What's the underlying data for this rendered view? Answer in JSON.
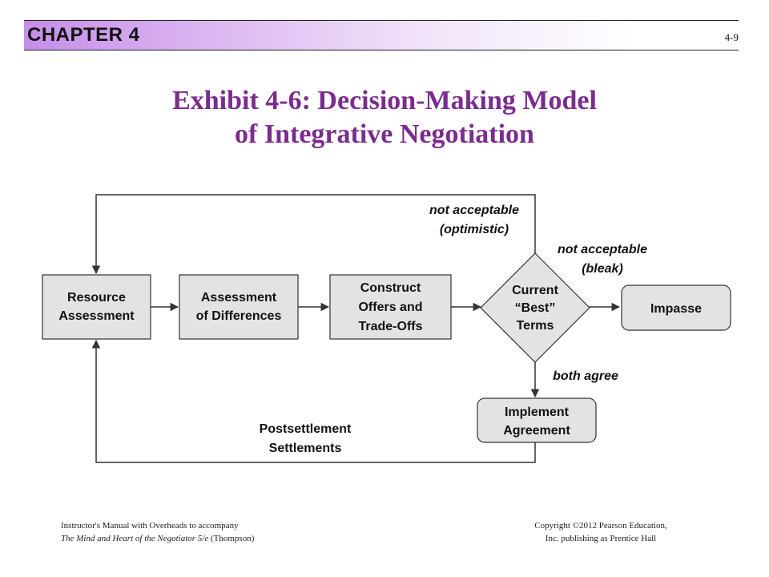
{
  "header": {
    "chapter": "CHAPTER 4",
    "slide_number": "4-9"
  },
  "title": {
    "line1": "Exhibit 4-6: Decision-Making Model",
    "line2": "of Integrative Negotiation"
  },
  "diagram": {
    "nodes": {
      "resource": [
        "Resource",
        "Assessment"
      ],
      "assessment": [
        "Assessment",
        "of Differences"
      ],
      "construct": [
        "Construct",
        "Offers and",
        "Trade-Offs"
      ],
      "current": [
        "Current",
        "“Best”",
        "Terms"
      ],
      "impasse": [
        "Impasse"
      ],
      "implement": [
        "Implement",
        "Agreement"
      ]
    },
    "labels": {
      "not_acceptable_optimistic": [
        "not acceptable",
        "(optimistic)"
      ],
      "not_acceptable_bleak": [
        "not acceptable",
        "(bleak)"
      ],
      "both_agree": "both agree",
      "postsettlement": [
        "Postsettlement",
        "Settlements"
      ]
    },
    "colors": {
      "box_fill": "#e3e3e3",
      "line": "#333333",
      "title": "#7b2c8e"
    }
  },
  "footer": {
    "left_line1": "Instructor's Manual with Overheads to accompany",
    "left_book": "The Mind and Heart of the Negotiator 5/e",
    "left_author": " (Thompson)",
    "right_line1": "Copyright ©2012 Pearson Education,",
    "right_line2": "Inc. publishing as Prentice Hall"
  }
}
